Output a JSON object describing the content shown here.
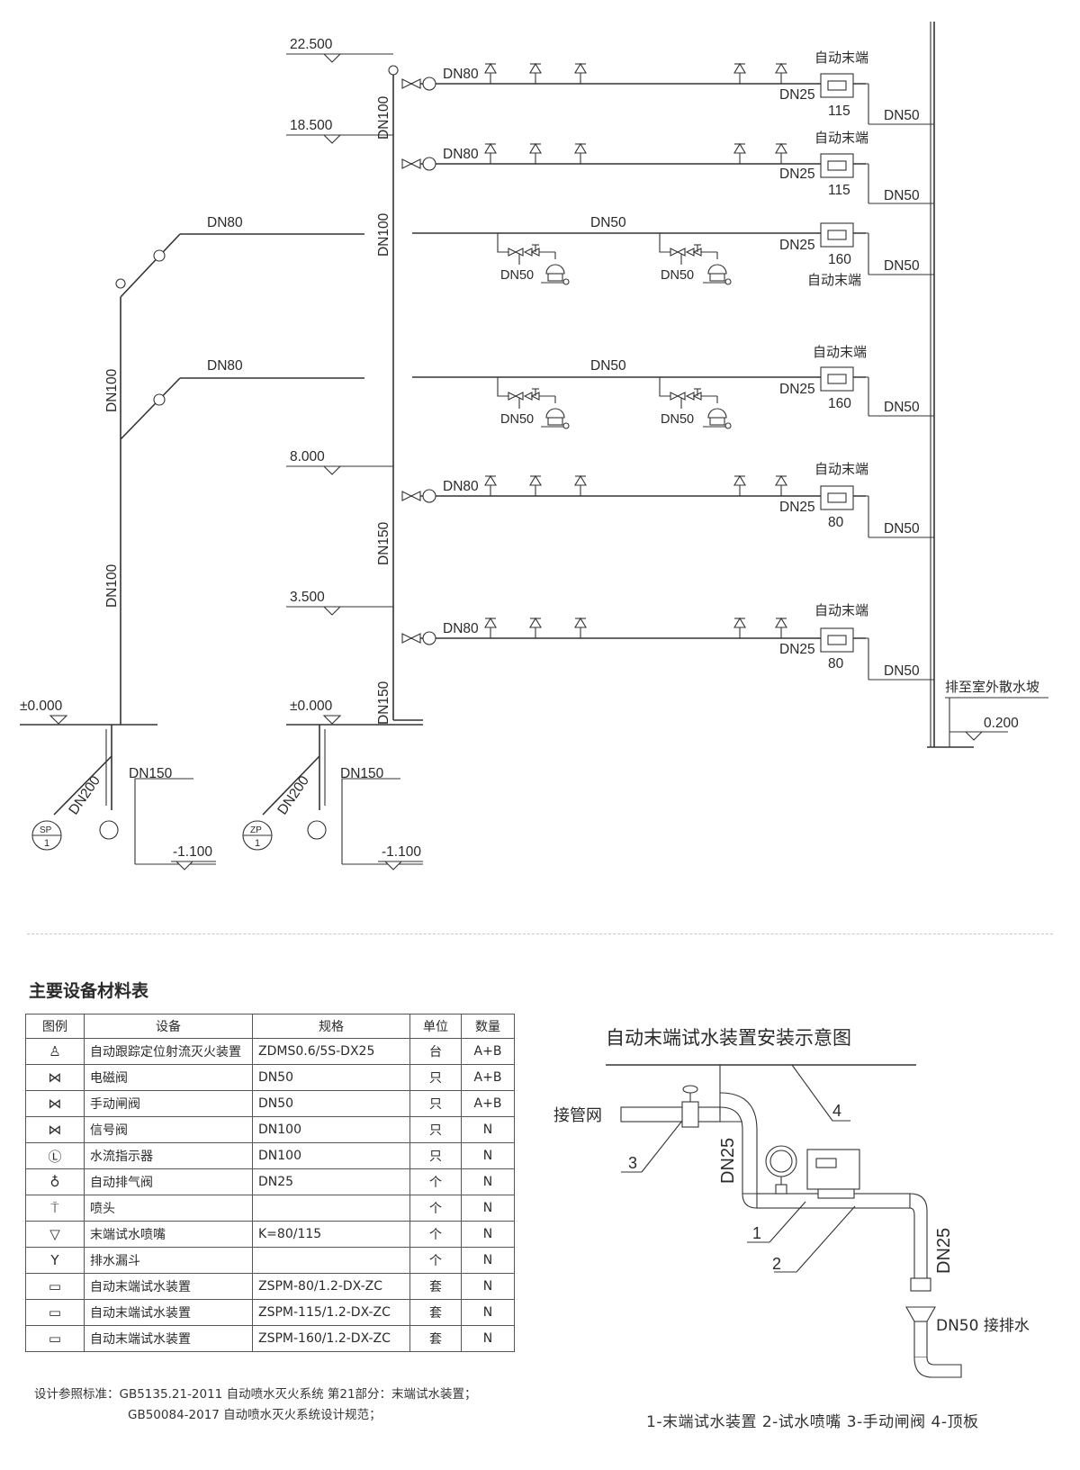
{
  "riser_diagram": {
    "elevations": {
      "e22500": "22.500",
      "e18500": "18.500",
      "e8000": "8.000",
      "e3500": "3.500",
      "e0000_left": "±0.000",
      "e0000_mid": "±0.000",
      "e_minus1100_left": "-1.100",
      "e_minus1100_mid": "-1.100",
      "e0200": "0.200"
    },
    "pipe_labels": {
      "dn80": "DN80",
      "dn100": "DN100",
      "dn150": "DN150",
      "dn200": "DN200",
      "dn50": "DN50",
      "dn25": "DN25"
    },
    "terminal_label": "自动末端",
    "terminal_ratings": [
      "115",
      "115",
      "160",
      "160",
      "80",
      "80"
    ],
    "drain_note": "排至室外散水坡",
    "pump_tags": [
      {
        "code": "SP",
        "num": "1"
      },
      {
        "code": "ZP",
        "num": "1"
      }
    ]
  },
  "equipment_table": {
    "title": "主要设备材料表",
    "headers": [
      "图例",
      "设备",
      "规格",
      "单位",
      "数量"
    ],
    "rows": [
      {
        "icon": "♙",
        "device": "自动跟踪定位射流灭火装置",
        "spec": "ZDMS0.6/5S-DX25",
        "unit": "台",
        "qty": "A+B"
      },
      {
        "icon": "⋈",
        "device": "电磁阀",
        "spec": "DN50",
        "unit": "只",
        "qty": "A+B"
      },
      {
        "icon": "⋈",
        "device": "手动闸阀",
        "spec": "DN50",
        "unit": "只",
        "qty": "A+B"
      },
      {
        "icon": "⋈",
        "device": "信号阀",
        "spec": "DN100",
        "unit": "只",
        "qty": "N"
      },
      {
        "icon": "Ⓛ",
        "device": "水流指示器",
        "spec": "DN100",
        "unit": "只",
        "qty": "N"
      },
      {
        "icon": "♁",
        "device": "自动排气阀",
        "spec": "DN25",
        "unit": "个",
        "qty": "N"
      },
      {
        "icon": "⍑",
        "device": "喷头",
        "spec": "",
        "unit": "个",
        "qty": "N"
      },
      {
        "icon": "▽",
        "device": "末端试水喷嘴",
        "spec": "K=80/115",
        "unit": "个",
        "qty": "N"
      },
      {
        "icon": "Y",
        "device": "排水漏斗",
        "spec": "",
        "unit": "个",
        "qty": "N"
      },
      {
        "icon": "▭",
        "device": "自动末端试水装置",
        "spec": "ZSPM-80/1.2-DX-ZC",
        "unit": "套",
        "qty": "N"
      },
      {
        "icon": "▭",
        "device": "自动末端试水装置",
        "spec": "ZSPM-115/1.2-DX-ZC",
        "unit": "套",
        "qty": "N"
      },
      {
        "icon": "▭",
        "device": "自动末端试水装置",
        "spec": "ZSPM-160/1.2-DX-ZC",
        "unit": "套",
        "qty": "N"
      }
    ]
  },
  "install_diagram": {
    "title": "自动末端试水装置安装示意图",
    "pipe_network": "接管网",
    "dn25_a": "DN25",
    "dn25_b": "DN25",
    "drain": "DN50 接排水",
    "callouts": [
      "1",
      "2",
      "3",
      "4"
    ],
    "legend": "1-末端试水装置   2-试水喷嘴   3-手动闸阀   4-顶板"
  },
  "reference_note": {
    "line1": "设计参照标准：GB5135.21-2011 自动喷水灭火系统 第21部分：末端试水装置；",
    "line2": "GB50084-2017   自动喷水灭火系统设计规范；"
  }
}
